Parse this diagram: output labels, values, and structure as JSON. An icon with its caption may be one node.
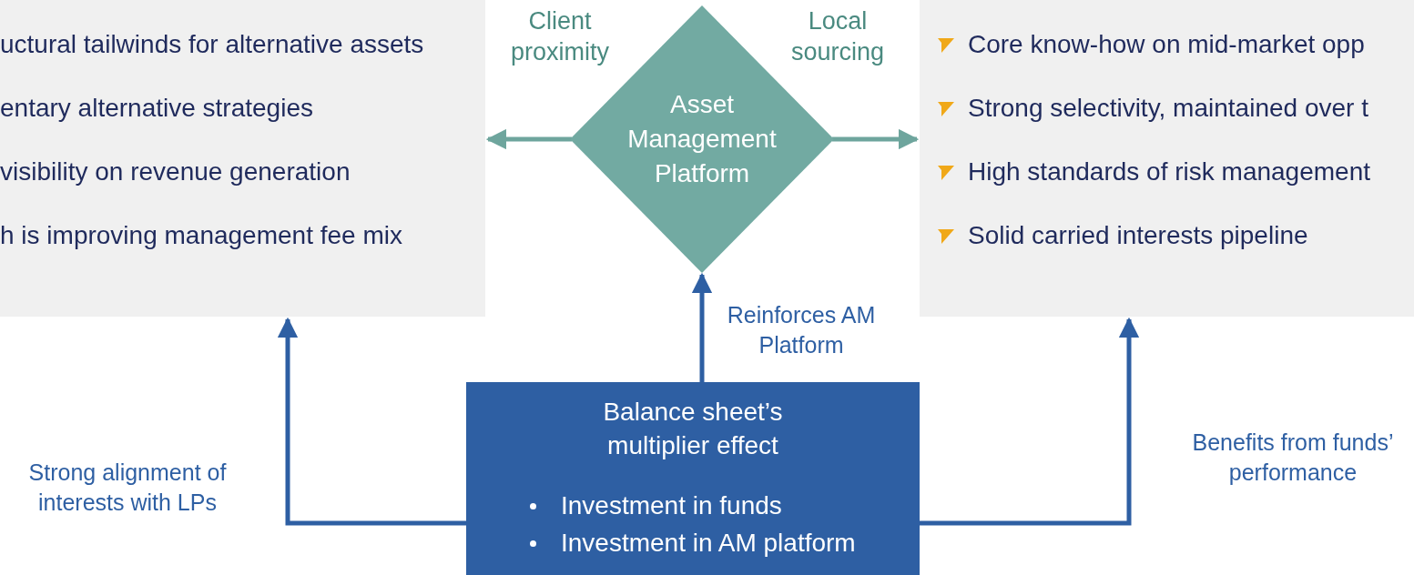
{
  "diagram": {
    "nodes": [
      {
        "text": [
          "uctural tailwinds for alternative assets",
          "entary alternative strategies",
          "visibility on revenue generation",
          "h is improving management fee mix"
        ]
      },
      {
        "text": [
          "Asset Management Platform"
        ],
        "beside": [
          "Client proximity",
          "Local sourcing"
        ]
      },
      {
        "text": [
          "Core know-how on mid-market opp",
          "Strong selectivity, maintained over t",
          "High standards of risk management",
          "Solid carried interests pipeline"
        ]
      },
      {
        "text": [
          "Balance sheet’s multiplier effect",
          "Investment in funds",
          "Investment in AM platform"
        ]
      }
    ],
    "edges": [
      {
        "from": 1,
        "to": 0,
        "arrow": "to",
        "color": "#6ea59d"
      },
      {
        "from": 1,
        "to": 2,
        "arrow": "to",
        "color": "#6ea59d"
      },
      {
        "from": 3,
        "to": 1,
        "arrow": "to",
        "label": "Reinforces AM Platform"
      },
      {
        "from": 3,
        "to": 0,
        "arrow": "to",
        "label": "Strong alignment of interests with LPs"
      },
      {
        "from": 3,
        "to": 2,
        "arrow": "to",
        "label": "Benefits from funds’ performance"
      }
    ]
  }
}
